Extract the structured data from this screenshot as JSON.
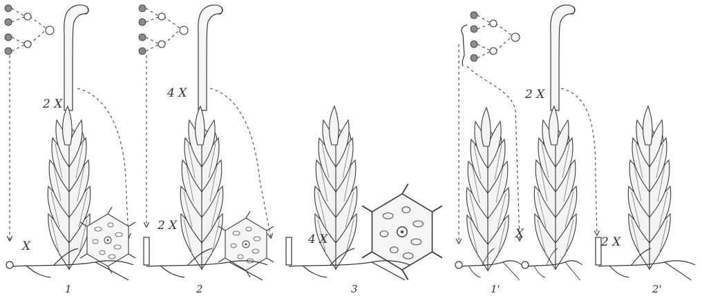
{
  "labels": {
    "panel_1": "1",
    "panel_2": "2",
    "panel_3": "3",
    "panel_1p": "1'",
    "panel_2p": "2'",
    "p1_top": "2 X",
    "p1_base": "X",
    "p2_top": "4 X",
    "p2_base": "2 X",
    "p3_base": "4 X",
    "p1p_top": "2 X",
    "p1p_base": "X",
    "p2p_base": "2 X"
  },
  "colors": {
    "ink": "#333333",
    "spore_fill": "#8a8a8a",
    "background": "#ffffff"
  }
}
